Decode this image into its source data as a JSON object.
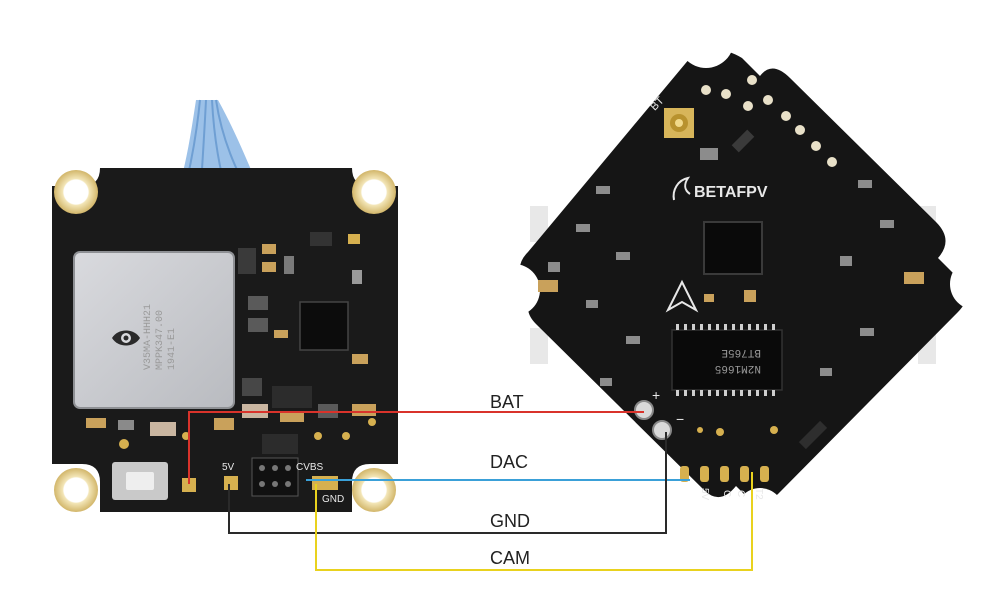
{
  "vtx_board": {
    "module_label_lines": [
      "V35MA-HHH21",
      "MPPK347.00",
      "1941-E1"
    ],
    "pad_labels": [
      "5V",
      "CVBS",
      "GND"
    ]
  },
  "fc_board": {
    "brand": "BETAFPV",
    "antenna_label": "BT",
    "chip_label_lines": [
      "N2M1665",
      "BT765E"
    ],
    "polarity": {
      "plus": "+",
      "minus": "−"
    },
    "pad_labels": [
      "5V",
      "C",
      "C",
      "T2"
    ]
  },
  "wires": [
    {
      "label": "BAT",
      "color": "#d9332b"
    },
    {
      "label": "DAC",
      "color": "#3aa0d8"
    },
    {
      "label": "GND",
      "color": "#2a2a2a"
    },
    {
      "label": "CAM",
      "color": "#e9d21e"
    }
  ]
}
